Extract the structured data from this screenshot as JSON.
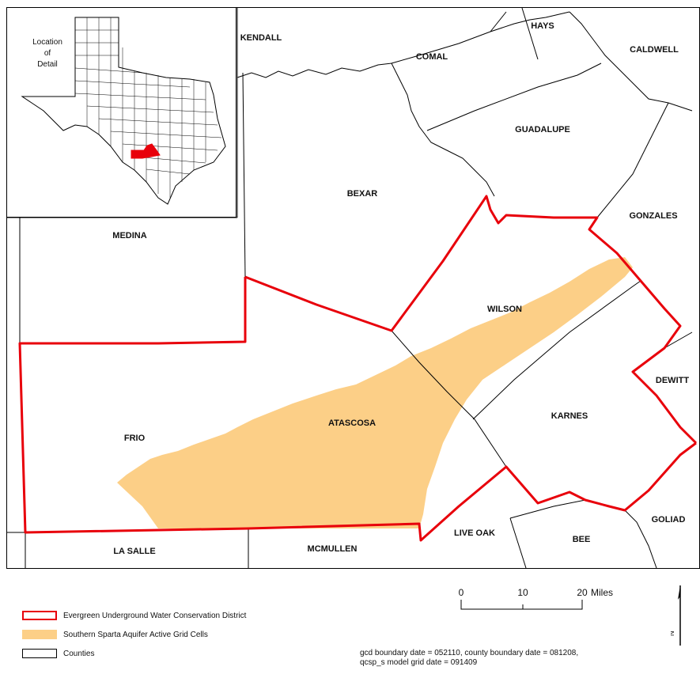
{
  "colors": {
    "district_outline": "#e8000b",
    "aquifer_fill": "#fccf87",
    "county_line": "#000000",
    "inset_highlight": "#e8000b"
  },
  "inset": {
    "location_label_line1": "Location",
    "location_label_line2": "of",
    "location_label_line3": "Detail"
  },
  "counties": {
    "kendall": "KENDALL",
    "comal": "COMAL",
    "hays": "HAYS",
    "caldwell": "CALDWELL",
    "guadalupe": "GUADALUPE",
    "bexar": "BEXAR",
    "gonzales": "GONZALES",
    "medina": "MEDINA",
    "wilson": "WILSON",
    "dewitt": "DEWITT",
    "frio": "FRIO",
    "atascosa": "ATASCOSA",
    "karnes": "KARNES",
    "live_oak": "LIVE OAK",
    "goliad": "GOLIAD",
    "bee": "BEE",
    "la_salle": "LA SALLE",
    "mcmullen": "MCMULLEN"
  },
  "legend": {
    "district": "Evergreen Underground Water Conservation District",
    "aquifer": "Southern Sparta Aquifer Active Grid Cells",
    "counties": "Counties"
  },
  "scale": {
    "tick_0": "0",
    "tick_10": "10",
    "tick_20": "20",
    "unit": "Miles"
  },
  "north_label": "N",
  "dates": {
    "line1": "gcd boundary date = 052110, county boundary date = 081208,",
    "line2": "qcsp_s model grid date = 091409"
  }
}
